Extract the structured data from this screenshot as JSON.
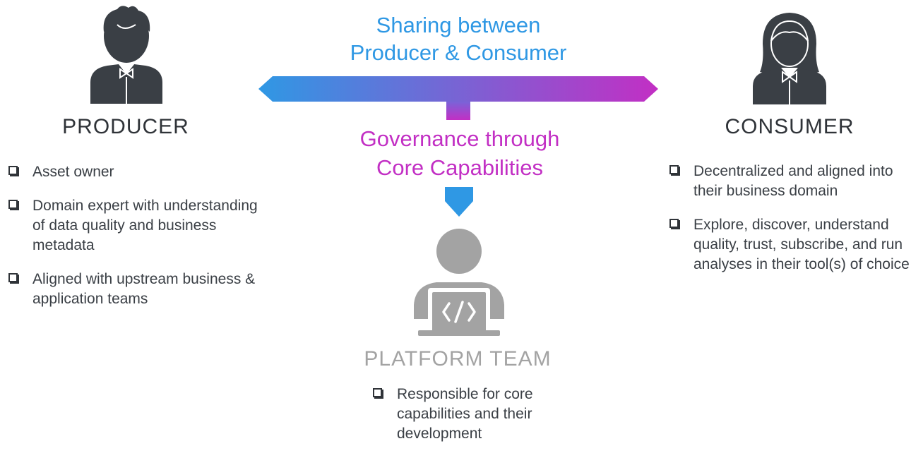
{
  "producer": {
    "title": "PRODUCER",
    "items": [
      "Asset owner",
      "Domain expert with understanding of data quality and business metadata",
      "Aligned with upstream business & application teams"
    ]
  },
  "consumer": {
    "title": "CONSUMER",
    "items": [
      "Decentralized and aligned into their business domain",
      "Explore, discover, understand quality, trust, subscribe, and run analyses in their tool(s) of choice"
    ]
  },
  "center": {
    "sharing_line1": "Sharing between",
    "sharing_line2": "Producer & Consumer",
    "governance_line1": "Governance through",
    "governance_line2": "Core Capabilities"
  },
  "platform": {
    "title": "PLATFORM TEAM",
    "items": [
      "Responsible for core capabilities and their development"
    ]
  },
  "colors": {
    "sharing_text": "#2f98e4",
    "governance_text": "#c22fc4",
    "icon_dark": "#3a3f45",
    "icon_gray": "#a3a3a3",
    "arrow_gradient_start": "#2f98e4",
    "arrow_gradient_end": "#c22fc4"
  },
  "icons": {
    "producer": "man-user-icon",
    "consumer": "woman-user-icon",
    "platform": "developer-laptop-icon",
    "bullet": "checkbox-icon"
  }
}
